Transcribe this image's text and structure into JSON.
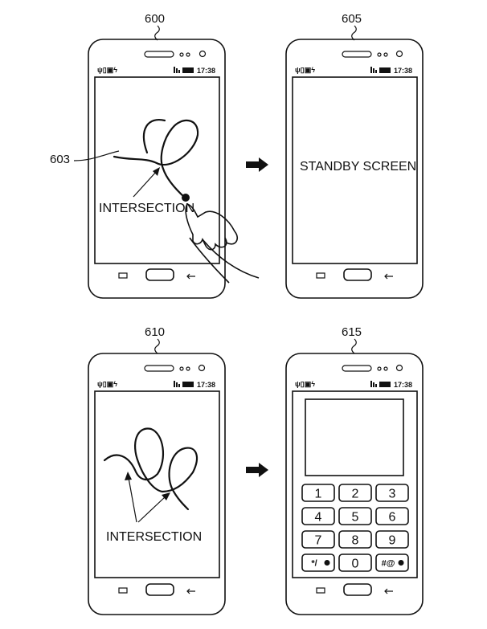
{
  "figure": {
    "panels": [
      {
        "ref": "600",
        "status_time": "17:38"
      },
      {
        "ref": "605",
        "status_time": "17:38",
        "screen_text": "STANDBY SCREEN"
      },
      {
        "ref": "610",
        "status_time": "17:38"
      },
      {
        "ref": "615",
        "status_time": "17:38"
      }
    ],
    "curve_ref": "603",
    "intersection_label": "INTERSECTION",
    "keypad": {
      "keys": [
        "1",
        "2",
        "3",
        "4",
        "5",
        "6",
        "7",
        "8",
        "9",
        "*/",
        "0",
        "#@"
      ]
    }
  }
}
